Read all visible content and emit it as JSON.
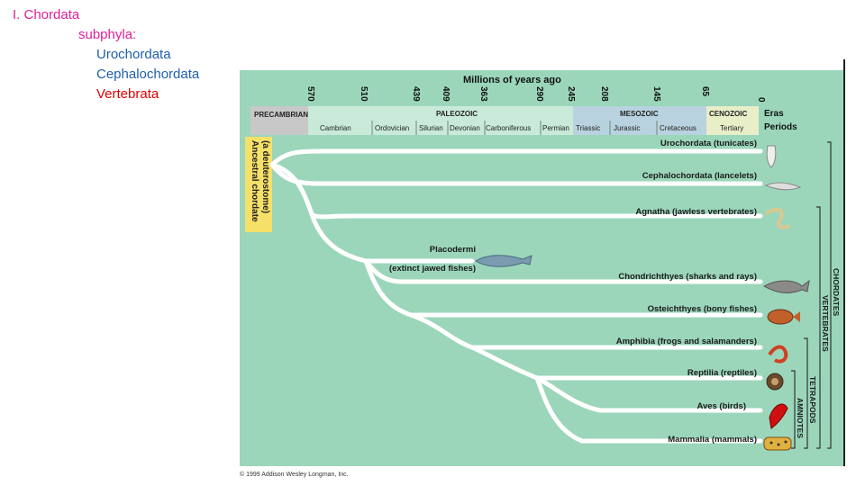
{
  "outline": {
    "item1": "I. Chordata",
    "subphyla_label": "subphyla:",
    "urochordata": "Urochordata",
    "cephalochordata": "Cephalochordata",
    "vertebrata": "Vertebrata"
  },
  "colors": {
    "pink": "#e0209a",
    "blue": "#1f5fb0",
    "red": "#e00000",
    "panel_green": "#9bd6bb",
    "band_gray": "#c8c8c8",
    "band_green": "#c9ead9",
    "band_blue": "#b9d2df",
    "band_yellow": "#e8eec8",
    "chordate_box": "#f5e06a"
  },
  "figure": {
    "title": "Millions of years ago",
    "ages": [
      "570",
      "510",
      "439",
      "409",
      "363",
      "290",
      "245",
      "208",
      "145",
      "65",
      "0"
    ],
    "eras": {
      "precambrian": "PRECAMBRIAN",
      "paleozoic": "PALEOZOIC",
      "mesozoic": "MESOZOIC",
      "cenozoic": "CENOZOIC",
      "label": "Eras"
    },
    "periods": {
      "cambrian": "Cambrian",
      "ordovician": "Ordovician",
      "silurian": "Silurian",
      "devonian": "Devonian",
      "carboniferous": "Carboniferous",
      "permian": "Permian",
      "triassic": "Triassic",
      "jurassic": "Jurassic",
      "cretaceous": "Cretaceous",
      "tertiary": "Tertiary",
      "label": "Periods"
    },
    "ancestral_line1": "Ancestral chordate",
    "ancestral_line2": "(a deuterostome)",
    "taxa": {
      "urochordata": "Urochordata (tunicates)",
      "cephalochordata": "Cephalochordata (lancelets)",
      "agnatha": "Agnatha (jawless vertebrates)",
      "placodermi": "Placodermi",
      "placodermi_note": "(extinct jawed fishes)",
      "chondrichthyes": "Chondrichthyes (sharks and rays)",
      "osteichthyes": "Osteichthyes (bony fishes)",
      "amphibia": "Amphibia (frogs and salamanders)",
      "reptilia": "Reptilia (reptiles)",
      "aves": "Aves (birds)",
      "mammalia": "Mammalia (mammals)"
    },
    "brackets": {
      "chordates": "CHORDATES",
      "vertebrates": "VERTEBRATES",
      "tetrapods": "TETRAPODS",
      "amniotes": "AMNIOTES"
    },
    "credit": "© 1999 Addison Wesley Longman, Inc."
  }
}
